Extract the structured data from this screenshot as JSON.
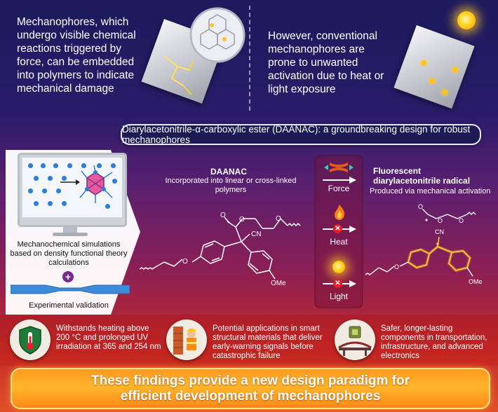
{
  "top_left_text": "Mechanophores, which undergo visible chemical reactions triggered by force, can be embedded into polymers to indicate mechanical damage",
  "top_right_text": "However, conventional mechanophores are prone to unwanted activation due to heat or light exposure",
  "banner": "Diarylacetonitrile-α-carboxylic ester (DAANAC): a groundbreaking design for robust mechanophores",
  "simulation_caption": "Mechanochemical simulations based on density functional theory calculations",
  "plus": "+",
  "experimental_caption": "Experimental validation",
  "daanac_title": "DAANAC",
  "daanac_subtitle": "Incorporated into linear or cross-linked polymers",
  "daanac_cn": "CN",
  "daanac_ome": "OMe",
  "conditions": {
    "force": "Force",
    "heat": "Heat",
    "light": "Light"
  },
  "radical_title": "Fluorescent diarylacetonitrile radical",
  "radical_subtitle": "Produced via mechanical activation",
  "radical_cn": "CN",
  "radical_ome": "OMe",
  "bottom": {
    "heat": "Withstands heating above 200 °C and prolonged UV irradiation at 365 and 254 nm",
    "applications": "Potential applications in smart structural materials that deliver early-warning signals before catastrophic failure",
    "safer": "Safer, longer-lasting components in transportation, infrastructure, and advanced electronics"
  },
  "conclusion": "These findings provide a new design paradigm for efficient development of mechanophores",
  "colors": {
    "banner": "#1d1b55",
    "conclusion": "#ffa41f",
    "glow": "#ffc31a",
    "accent": "#e01f2a"
  }
}
